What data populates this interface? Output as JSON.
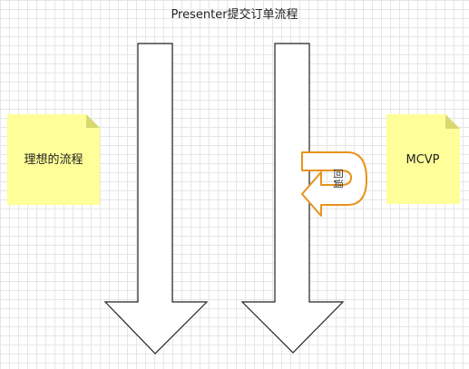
{
  "diagram": {
    "title": "Presenter提交订单流程",
    "notes": {
      "left": "理想的流程",
      "right": "MCVP"
    },
    "loop_label": "回调"
  },
  "colors": {
    "arrow_fill": "#ffffff",
    "arrow_stroke": "#222222",
    "note_fill": "#ffff99",
    "note_fold": "#d8d870",
    "loop_fill": "#ffffff",
    "loop_stroke": "#e8921c"
  }
}
